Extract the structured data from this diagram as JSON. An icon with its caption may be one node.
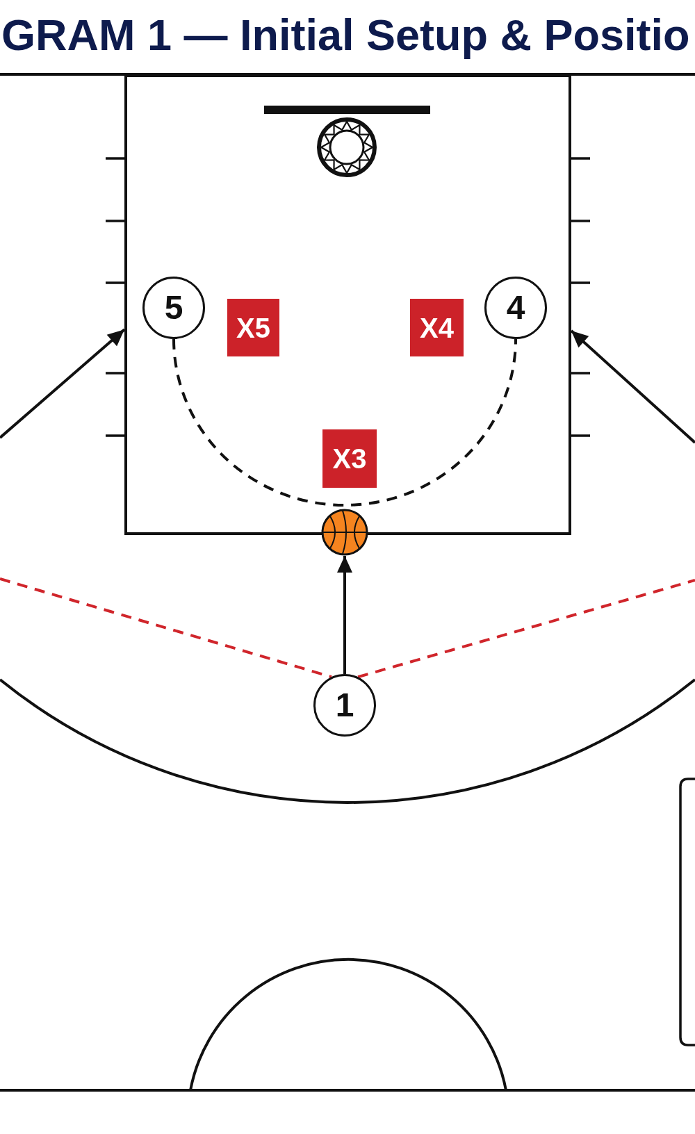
{
  "diagram": {
    "title": "GRAM 1 — Initial Setup & Positio",
    "nodes": [
      {
        "text": [],
        "shape": "box"
      },
      {
        "text": [
          "5"
        ],
        "in": 0
      },
      {
        "text": [
          "X5"
        ],
        "in": 0
      },
      {
        "text": [
          "X4"
        ],
        "in": 0
      },
      {
        "text": [
          "4"
        ],
        "in": 0
      },
      {
        "text": [
          "X3"
        ],
        "in": 0
      },
      {
        "text": [],
        "shape": "picture"
      },
      {
        "text": [
          "1"
        ]
      }
    ],
    "edges": [
      {
        "from": null,
        "to": 0,
        "arrow": "to"
      },
      {
        "from": null,
        "to": 0,
        "arrow": "to"
      },
      {
        "from": 1,
        "to": 4,
        "arrow": "none",
        "style": "dashed"
      },
      {
        "from": 7,
        "to": 6,
        "arrow": "to"
      },
      {
        "from": null,
        "to": 7,
        "arrow": "none",
        "style": "dashed",
        "color": "#d0252b"
      },
      {
        "from": 7,
        "to": null,
        "arrow": "none",
        "style": "dashed",
        "color": "#d0252b"
      }
    ]
  }
}
